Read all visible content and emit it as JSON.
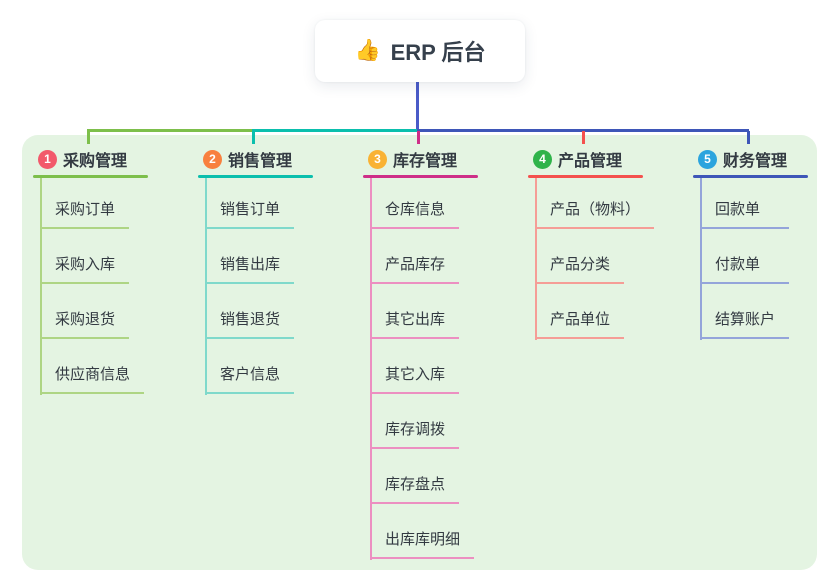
{
  "root": {
    "icon": "👍",
    "label": "ERP 后台"
  },
  "colors": {
    "panel_bg": "#e4f4e2",
    "root_connector": "#4a5bc8",
    "text_dark": "#333a42"
  },
  "branches": [
    {
      "num": "1",
      "label": "采购管理",
      "badge_color": "#f2596b",
      "line_color": "#7dbf4b",
      "light_color": "#aed584",
      "children": [
        "采购订单",
        "采购入库",
        "采购退货",
        "供应商信息"
      ]
    },
    {
      "num": "2",
      "label": "销售管理",
      "badge_color": "#f8803e",
      "line_color": "#0bbfad",
      "light_color": "#7fd9cb",
      "children": [
        "销售订单",
        "销售出库",
        "销售退货",
        "客户信息"
      ]
    },
    {
      "num": "3",
      "label": "库存管理",
      "badge_color": "#f9b233",
      "line_color": "#ce2f88",
      "light_color": "#ec8fc1",
      "children": [
        "仓库信息",
        "产品库存",
        "其它出库",
        "其它入库",
        "库存调拨",
        "库存盘点",
        "出库库明细"
      ]
    },
    {
      "num": "4",
      "label": "产品管理",
      "badge_color": "#2fb34a",
      "line_color": "#f4514e",
      "light_color": "#f59d96",
      "children": [
        "产品（物料）",
        "产品分类",
        "产品单位"
      ]
    },
    {
      "num": "5",
      "label": "财务管理",
      "badge_color": "#2ba4de",
      "line_color": "#3e56b8",
      "light_color": "#94a4da",
      "children": [
        "回款单",
        "付款单",
        "结算账户"
      ]
    }
  ]
}
